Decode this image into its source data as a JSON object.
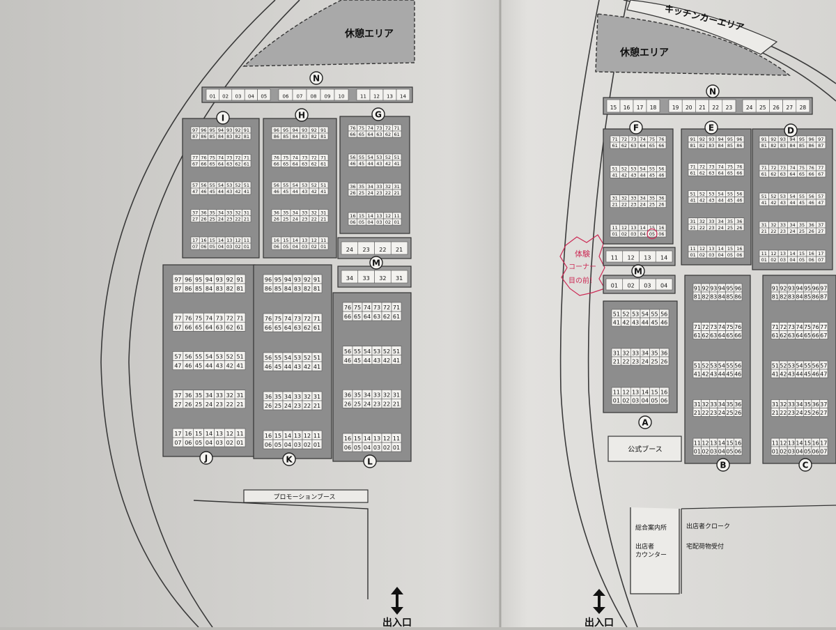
{
  "left_page": {
    "rest_area": "休憩エリア",
    "promo_booth": "プロモーションブース",
    "entrance": "出入口",
    "row_n": {
      "label": "N",
      "groups": [
        [
          "01",
          "02",
          "03",
          "04",
          "05"
        ],
        [
          "06",
          "07",
          "08",
          "09",
          "10"
        ],
        [
          "11",
          "12",
          "13",
          "14"
        ]
      ]
    },
    "row_m": {
      "label": "M",
      "upper": [
        "24",
        "23",
        "22",
        "21"
      ],
      "lower": [
        "34",
        "33",
        "32",
        "31"
      ]
    },
    "top_blocks": [
      {
        "label": "I",
        "rows": [
          [
            "97",
            "96",
            "95",
            "94",
            "93",
            "92",
            "91"
          ],
          [
            "87",
            "86",
            "85",
            "84",
            "83",
            "82",
            "81"
          ],
          [
            "77",
            "76",
            "75",
            "74",
            "73",
            "72",
            "71"
          ],
          [
            "67",
            "66",
            "65",
            "64",
            "63",
            "62",
            "61"
          ],
          [
            "57",
            "56",
            "55",
            "54",
            "53",
            "52",
            "51"
          ],
          [
            "47",
            "46",
            "45",
            "44",
            "43",
            "42",
            "41"
          ],
          [
            "37",
            "36",
            "35",
            "34",
            "33",
            "32",
            "31"
          ],
          [
            "27",
            "26",
            "25",
            "24",
            "23",
            "22",
            "21"
          ],
          [
            "17",
            "16",
            "15",
            "14",
            "13",
            "12",
            "11"
          ],
          [
            "07",
            "06",
            "05",
            "04",
            "03",
            "02",
            "01"
          ]
        ]
      },
      {
        "label": "H",
        "rows": [
          [
            "96",
            "95",
            "94",
            "93",
            "92",
            "91"
          ],
          [
            "86",
            "85",
            "84",
            "83",
            "82",
            "81"
          ],
          [
            "76",
            "75",
            "74",
            "73",
            "72",
            "71"
          ],
          [
            "66",
            "65",
            "64",
            "63",
            "62",
            "61"
          ],
          [
            "56",
            "55",
            "54",
            "53",
            "52",
            "51"
          ],
          [
            "46",
            "45",
            "44",
            "43",
            "42",
            "41"
          ],
          [
            "36",
            "35",
            "34",
            "33",
            "32",
            "31"
          ],
          [
            "26",
            "25",
            "24",
            "23",
            "22",
            "21"
          ],
          [
            "16",
            "15",
            "14",
            "13",
            "12",
            "11"
          ],
          [
            "06",
            "05",
            "04",
            "03",
            "02",
            "01"
          ]
        ]
      },
      {
        "label": "G",
        "rows": [
          [
            "76",
            "75",
            "74",
            "73",
            "72",
            "71"
          ],
          [
            "66",
            "65",
            "64",
            "63",
            "62",
            "61"
          ],
          [
            "56",
            "55",
            "54",
            "53",
            "52",
            "51"
          ],
          [
            "46",
            "45",
            "44",
            "43",
            "42",
            "41"
          ],
          [
            "36",
            "35",
            "34",
            "33",
            "32",
            "31"
          ],
          [
            "26",
            "25",
            "24",
            "23",
            "22",
            "21"
          ],
          [
            "16",
            "15",
            "14",
            "13",
            "12",
            "11"
          ],
          [
            "06",
            "05",
            "04",
            "03",
            "02",
            "01"
          ]
        ]
      }
    ],
    "bottom_blocks": [
      {
        "label": "J",
        "rows": [
          [
            "97",
            "96",
            "95",
            "94",
            "93",
            "92",
            "91"
          ],
          [
            "87",
            "86",
            "85",
            "84",
            "83",
            "82",
            "81"
          ],
          [
            "77",
            "76",
            "75",
            "74",
            "73",
            "72",
            "71"
          ],
          [
            "67",
            "66",
            "65",
            "64",
            "63",
            "62",
            "61"
          ],
          [
            "57",
            "56",
            "55",
            "54",
            "53",
            "52",
            "51"
          ],
          [
            "47",
            "46",
            "45",
            "44",
            "43",
            "42",
            "41"
          ],
          [
            "37",
            "36",
            "35",
            "34",
            "33",
            "32",
            "31"
          ],
          [
            "27",
            "26",
            "25",
            "24",
            "23",
            "22",
            "21"
          ],
          [
            "17",
            "16",
            "15",
            "14",
            "13",
            "12",
            "11"
          ],
          [
            "07",
            "06",
            "05",
            "04",
            "03",
            "02",
            "01"
          ]
        ]
      },
      {
        "label": "K",
        "rows": [
          [
            "96",
            "95",
            "94",
            "93",
            "92",
            "91"
          ],
          [
            "86",
            "85",
            "84",
            "83",
            "82",
            "81"
          ],
          [
            "76",
            "75",
            "74",
            "73",
            "72",
            "71"
          ],
          [
            "66",
            "65",
            "64",
            "63",
            "62",
            "61"
          ],
          [
            "56",
            "55",
            "54",
            "53",
            "52",
            "51"
          ],
          [
            "46",
            "45",
            "44",
            "43",
            "42",
            "41"
          ],
          [
            "36",
            "35",
            "34",
            "33",
            "32",
            "31"
          ],
          [
            "26",
            "25",
            "24",
            "23",
            "22",
            "21"
          ],
          [
            "16",
            "15",
            "14",
            "13",
            "12",
            "11"
          ],
          [
            "06",
            "05",
            "04",
            "03",
            "02",
            "01"
          ]
        ]
      },
      {
        "label": "L",
        "rows": [
          [
            "76",
            "75",
            "74",
            "73",
            "72",
            "71"
          ],
          [
            "66",
            "65",
            "64",
            "63",
            "62",
            "61"
          ],
          [
            "56",
            "55",
            "54",
            "53",
            "52",
            "51"
          ],
          [
            "46",
            "45",
            "44",
            "43",
            "42",
            "41"
          ],
          [
            "36",
            "35",
            "34",
            "33",
            "32",
            "31"
          ],
          [
            "26",
            "25",
            "24",
            "23",
            "22",
            "21"
          ],
          [
            "16",
            "15",
            "14",
            "13",
            "12",
            "11"
          ],
          [
            "06",
            "05",
            "04",
            "03",
            "02",
            "01"
          ]
        ]
      }
    ]
  },
  "right_page": {
    "kitchen_area": "キッチンカーエリア",
    "rest_area": "休憩エリア",
    "entrance": "出入口",
    "official_booth": "公式ブース",
    "info_desk": "総合案内所",
    "exhibitor_counter_1": "出店者",
    "exhibitor_counter_2": "カウンター",
    "cloak": "出店者クローク",
    "delivery": "宅配荷物受付",
    "handwritten_note": [
      "体験",
      "コーナー",
      "目の前！"
    ],
    "row_n": {
      "label": "N",
      "groups": [
        [
          "15",
          "16",
          "17",
          "18"
        ],
        [
          "19",
          "20",
          "21",
          "22",
          "23"
        ],
        [
          "24",
          "25",
          "26",
          "27",
          "28"
        ]
      ]
    },
    "row_m": {
      "label": "M",
      "upper": [
        "11",
        "12",
        "13",
        "14"
      ],
      "lower": [
        "01",
        "02",
        "03",
        "04"
      ]
    },
    "top_blocks": [
      {
        "label": "F",
        "rows": [
          [
            "71",
            "72",
            "73",
            "74",
            "75",
            "76"
          ],
          [
            "61",
            "62",
            "63",
            "64",
            "65",
            "66"
          ],
          [
            "51",
            "52",
            "53",
            "54",
            "55",
            "56"
          ],
          [
            "41",
            "42",
            "43",
            "44",
            "45",
            "46"
          ],
          [
            "31",
            "32",
            "33",
            "34",
            "35",
            "36"
          ],
          [
            "21",
            "22",
            "23",
            "24",
            "25",
            "26"
          ],
          [
            "11",
            "12",
            "13",
            "14",
            "15",
            "16"
          ],
          [
            "01",
            "02",
            "03",
            "04",
            "05",
            "06"
          ]
        ],
        "circled": "05"
      },
      {
        "label": "E",
        "rows": [
          [
            "91",
            "92",
            "93",
            "94",
            "95",
            "96"
          ],
          [
            "81",
            "82",
            "83",
            "84",
            "85",
            "86"
          ],
          [
            "71",
            "72",
            "73",
            "74",
            "75",
            "76"
          ],
          [
            "61",
            "62",
            "63",
            "64",
            "65",
            "66"
          ],
          [
            "51",
            "52",
            "53",
            "54",
            "55",
            "56"
          ],
          [
            "41",
            "42",
            "43",
            "44",
            "45",
            "46"
          ],
          [
            "31",
            "32",
            "33",
            "34",
            "35",
            "36"
          ],
          [
            "21",
            "22",
            "23",
            "24",
            "25",
            "26"
          ],
          [
            "11",
            "12",
            "13",
            "14",
            "15",
            "16"
          ],
          [
            "01",
            "02",
            "03",
            "04",
            "05",
            "06"
          ]
        ]
      },
      {
        "label": "D",
        "rows": [
          [
            "91",
            "92",
            "93",
            "94",
            "95",
            "96",
            "97"
          ],
          [
            "81",
            "82",
            "83",
            "84",
            "85",
            "86",
            "87"
          ],
          [
            "71",
            "72",
            "73",
            "74",
            "75",
            "76",
            "77"
          ],
          [
            "61",
            "62",
            "63",
            "64",
            "65",
            "66",
            "67"
          ],
          [
            "51",
            "52",
            "53",
            "54",
            "55",
            "56",
            "57"
          ],
          [
            "41",
            "42",
            "43",
            "44",
            "45",
            "46",
            "47"
          ],
          [
            "31",
            "32",
            "33",
            "34",
            "35",
            "36",
            "37"
          ],
          [
            "21",
            "22",
            "23",
            "24",
            "25",
            "26",
            "27"
          ],
          [
            "11",
            "12",
            "13",
            "14",
            "15",
            "16",
            "17"
          ],
          [
            "01",
            "02",
            "03",
            "04",
            "05",
            "06",
            "07"
          ]
        ]
      }
    ],
    "bottom_blocks": [
      {
        "label": "A",
        "rows": [
          [
            "51",
            "52",
            "53",
            "54",
            "55",
            "56"
          ],
          [
            "41",
            "42",
            "43",
            "44",
            "45",
            "46"
          ],
          [
            "31",
            "32",
            "33",
            "34",
            "35",
            "36"
          ],
          [
            "21",
            "22",
            "23",
            "24",
            "25",
            "26"
          ],
          [
            "11",
            "12",
            "13",
            "14",
            "15",
            "16"
          ],
          [
            "01",
            "02",
            "03",
            "04",
            "05",
            "06"
          ]
        ]
      },
      {
        "label": "B",
        "rows": [
          [
            "91",
            "92",
            "93",
            "94",
            "95",
            "96"
          ],
          [
            "81",
            "82",
            "83",
            "84",
            "85",
            "86"
          ],
          [
            "71",
            "72",
            "73",
            "74",
            "75",
            "76"
          ],
          [
            "61",
            "62",
            "63",
            "64",
            "65",
            "66"
          ],
          [
            "51",
            "52",
            "53",
            "54",
            "55",
            "56"
          ],
          [
            "41",
            "42",
            "43",
            "44",
            "45",
            "46"
          ],
          [
            "31",
            "32",
            "33",
            "34",
            "35",
            "36"
          ],
          [
            "21",
            "22",
            "23",
            "24",
            "25",
            "26"
          ],
          [
            "11",
            "12",
            "13",
            "14",
            "15",
            "16"
          ],
          [
            "01",
            "02",
            "03",
            "04",
            "05",
            "06"
          ]
        ]
      },
      {
        "label": "C",
        "rows": [
          [
            "91",
            "92",
            "93",
            "94",
            "95",
            "96",
            "97"
          ],
          [
            "81",
            "82",
            "83",
            "84",
            "85",
            "86",
            "87"
          ],
          [
            "71",
            "72",
            "73",
            "74",
            "75",
            "76",
            "77"
          ],
          [
            "61",
            "62",
            "63",
            "64",
            "65",
            "66",
            "67"
          ],
          [
            "51",
            "52",
            "53",
            "54",
            "55",
            "56",
            "57"
          ],
          [
            "41",
            "42",
            "43",
            "44",
            "45",
            "46",
            "47"
          ],
          [
            "31",
            "32",
            "33",
            "34",
            "35",
            "36",
            "37"
          ],
          [
            "21",
            "22",
            "23",
            "24",
            "25",
            "26",
            "27"
          ],
          [
            "11",
            "12",
            "13",
            "14",
            "15",
            "16",
            "17"
          ],
          [
            "01",
            "02",
            "03",
            "04",
            "05",
            "06",
            "07"
          ]
        ]
      }
    ]
  }
}
